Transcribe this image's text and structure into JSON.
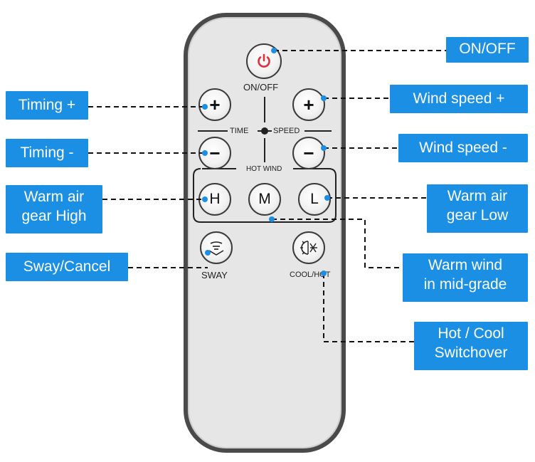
{
  "remote": {
    "onoff_label": "ON/OFF",
    "time_label": "TIME",
    "speed_label": "SPEED",
    "hotwind_label": "HOT WIND",
    "sway_label": "SWAY",
    "coolhot_label": "COOL/HOT",
    "buttons": {
      "timing_plus": "+",
      "timing_minus": "−",
      "speed_plus": "+",
      "speed_minus": "−",
      "h": "H",
      "m": "M",
      "l": "L"
    }
  },
  "callouts": {
    "on_off": "ON/OFF",
    "timing_plus": "Timing +",
    "timing_minus": "Timing -",
    "wind_speed_plus": "Wind speed +",
    "wind_speed_minus": "Wind speed -",
    "warm_air_high_1": "Warm air",
    "warm_air_high_2": "gear High",
    "warm_air_low_1": "Warm air",
    "warm_air_low_2": "gear Low",
    "sway_cancel": "Sway/Cancel",
    "warm_wind_mid_1": "Warm wind",
    "warm_wind_mid_2": "in mid-grade",
    "hot_cool_1": "Hot / Cool",
    "hot_cool_2": "Switchover"
  },
  "colors": {
    "callout_bg": "#1a8fe3",
    "power_icon": "#e0303a"
  }
}
